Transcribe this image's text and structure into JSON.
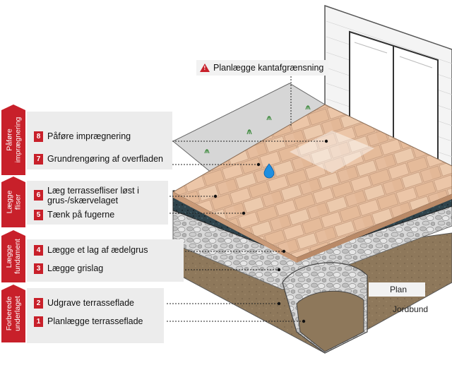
{
  "callout": {
    "label": "Planlægge kantafgrænsning",
    "icon": "warning-triangle-icon"
  },
  "phases": [
    {
      "label": "Påføre\nimprægnering",
      "color": "#c8202a"
    },
    {
      "label": "Lægge\nfliser",
      "color": "#c8202a"
    },
    {
      "label": "Lægge\nfundament",
      "color": "#c8202a"
    },
    {
      "label": "Forberede\nunderlaget",
      "color": "#c8202a"
    }
  ],
  "steps": [
    {
      "num": "8",
      "text": "Påføre imprægnering"
    },
    {
      "num": "7",
      "text": "Grundrengøring af overfladen"
    },
    {
      "num": "6",
      "text": "Læg terrassefliser løst i",
      "text2": "grus-/skærvelaget"
    },
    {
      "num": "5",
      "text": "Tænk på fugerne"
    },
    {
      "num": "4",
      "text": "Lægge et lag af ædelgrus"
    },
    {
      "num": "3",
      "text": "Lægge grislag"
    },
    {
      "num": "2",
      "text": "Udgrave terrasseflade"
    },
    {
      "num": "1",
      "text": "Planlægge terrasseflade"
    }
  ],
  "labels": {
    "plan": "Plan",
    "soil": "Jordbund"
  },
  "colors": {
    "accent": "#c8202a",
    "panel": "#ececec",
    "tile": "#e7bfa0",
    "gravel_dark": "#2c3e44",
    "soil": "#8f7a5f"
  },
  "icons": [
    "water-drop-icon",
    "grass-tuft-icon"
  ]
}
